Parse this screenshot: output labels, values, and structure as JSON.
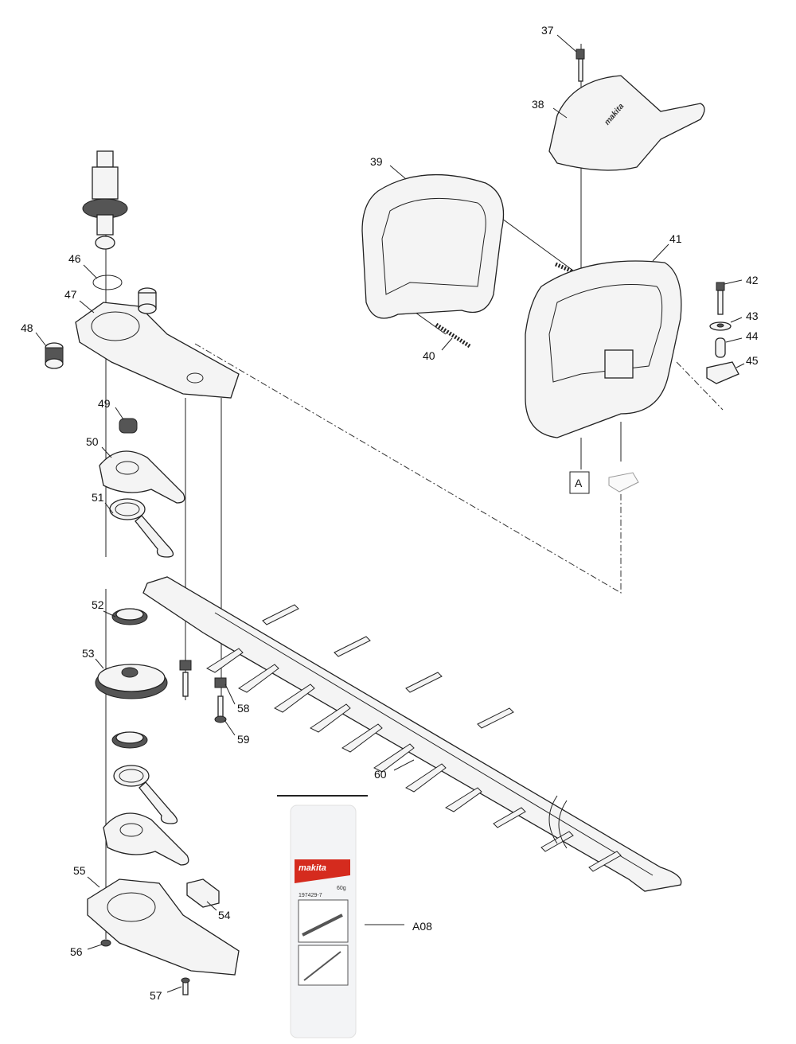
{
  "diagram": {
    "title": "Hedge trimmer blade assembly exploded view",
    "callouts": [
      "37",
      "38",
      "39",
      "40",
      "41",
      "42",
      "43",
      "44",
      "45",
      "46",
      "47",
      "48",
      "49",
      "50",
      "51",
      "52",
      "53",
      "54",
      "55",
      "56",
      "57",
      "58",
      "59",
      "60"
    ],
    "reference_box": "A",
    "accessory_label": "A08",
    "grease_tube": {
      "brand": "makita",
      "weight": "60g",
      "part_no": "197429-7"
    }
  }
}
